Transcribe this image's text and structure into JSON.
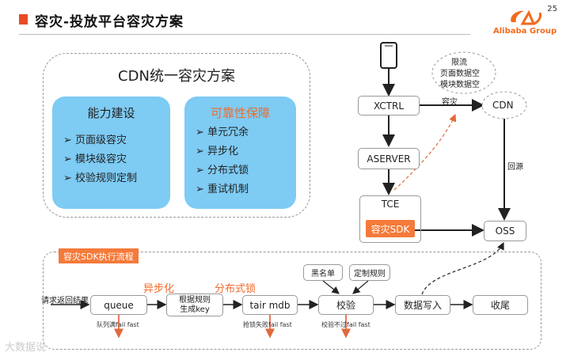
{
  "header": {
    "title": "容灾-投放平台容灾方案",
    "page_number": "25",
    "brand": "Alibaba Group"
  },
  "cdn_solution": {
    "title": "CDN统一容灾方案",
    "capability": {
      "heading": "能力建设",
      "items": [
        "➢ 页面级容灾",
        "➢ 模块级容灾",
        "➢ 校验规则定制"
      ]
    },
    "reliability": {
      "heading": "可靠性保障",
      "items": [
        "➢ 单元冗余",
        "➢ 异步化",
        "➢ 分布式锁",
        "➢ 重试机制"
      ]
    }
  },
  "architecture": {
    "xctrl": "XCTRL",
    "aserver": "ASERVER",
    "tce": "TCE",
    "sdk": "容灾SDK",
    "cdn": "CDN",
    "oss": "OSS",
    "cloud_note_1": "限流",
    "cloud_note_2": "页面数据空",
    "cloud_note_3": "模块数据空",
    "disaster_label": "容灾",
    "origin_label": "回源"
  },
  "flow": {
    "title": "容灾SDK执行流程",
    "start_label": "请求返回结果",
    "queue": "queue",
    "keygen_line1": "根据规则",
    "keygen_line2": "生成key",
    "tair": "tair mdb",
    "check": "校验",
    "write": "数据写入",
    "finish": "收尾",
    "blacklist": "黑名单",
    "custom_rules": "定制规则",
    "async_label": "异步化",
    "lock_label": "分布式锁",
    "queue_note": "队列满fail fast",
    "lock_note": "抢锁失败fail fast",
    "check_note": "校验不过fail fast"
  },
  "watermark": "大数据说"
}
